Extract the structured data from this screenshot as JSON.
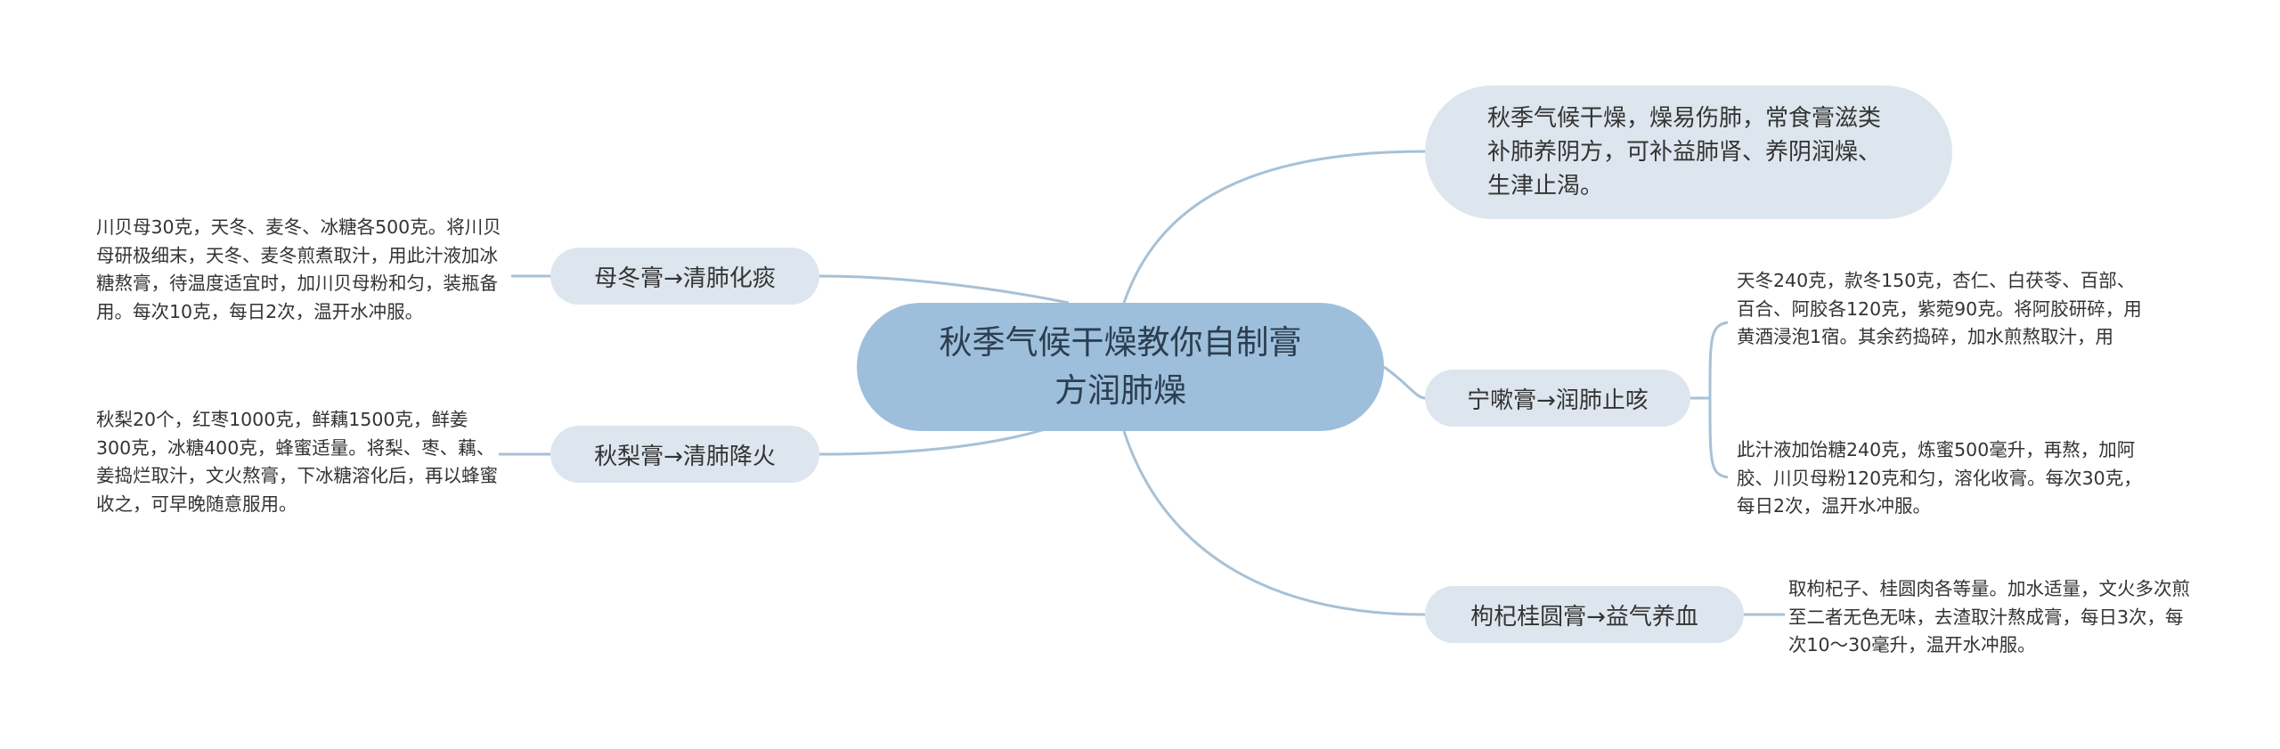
{
  "colors": {
    "center": "#9ebfdc",
    "branch": "#dde6ee",
    "link": "#a7c1d6"
  },
  "center": {
    "title": "秋季气候干燥教你自制膏方润肺燥"
  },
  "branches": {
    "intro": {
      "text": "秋季气候干燥，燥易伤肺，常食膏滋类补肺养阴方，可补益肺肾、养阴润燥、生津止渴。"
    },
    "mudong": {
      "label": "母冬膏→清肺化痰",
      "note": "川贝母30克，天冬、麦冬、冰糖各500克。将川贝母研极细末，天冬、麦冬煎煮取汁，用此汁液加冰糖熬膏，待温度适宜时，加川贝母粉和匀，装瓶备用。每次10克，每日2次，温开水冲服。"
    },
    "qiuli": {
      "label": "秋梨膏→清肺降火",
      "note": "秋梨20个，红枣1000克，鲜藕1500克，鲜姜300克，冰糖400克，蜂蜜适量。将梨、枣、藕、姜捣烂取汁，文火熬膏，下冰糖溶化后，再以蜂蜜收之，可早晚随意服用。"
    },
    "ningsou": {
      "label": "宁嗽膏→润肺止咳",
      "note1": "天冬240克，款冬150克，杏仁、白茯苓、百部、百合、阿胶各120克，紫菀90克。将阿胶研碎，用黄酒浸泡1宿。其余药捣碎，加水煎熬取汁，用",
      "note2": "此汁液加饴糖240克，炼蜜500毫升，再熬，加阿胶、川贝母粉120克和匀，溶化收膏。每次30克，每日2次，温开水冲服。"
    },
    "gouqi": {
      "label": "枸杞桂圆膏→益气养血",
      "note": "取枸杞子、桂圆肉各等量。加水适量，文火多次煎至二者无色无味，去渣取汁熬成膏，每日3次，每次10～30毫升，温开水冲服。"
    }
  }
}
